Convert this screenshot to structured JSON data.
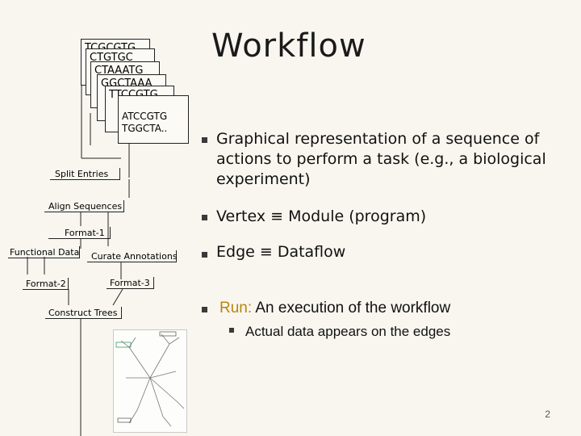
{
  "slide": {
    "title": "Workflow",
    "page_number": "2"
  },
  "sequence_cards": [
    "TCGCGTG",
    "CTGTGC",
    "CTAAATG",
    "GGCTAAA",
    "TTCCGTG",
    "ATCCGTG\nTGGCTA.."
  ],
  "workflow": {
    "split_entries": "Split Entries",
    "align_sequences": "Align Sequences",
    "format_1": "Format-1",
    "functional_data": "Functional Data",
    "curate_annotations": "Curate Annotations",
    "format_2": "Format-2",
    "format_3": "Format-3",
    "construct_trees": "Construct Trees"
  },
  "bullets": [
    {
      "text": "Graphical representation of a sequence of actions to perform a task (e.g.,  a biological experiment)"
    },
    {
      "text": "Vertex ≡ Module (program)"
    },
    {
      "text": "Edge ≡ Dataflow"
    },
    {
      "label": "Run:",
      "text": " An execution of the workflow"
    }
  ],
  "sub_bullets": [
    {
      "text": "Actual data appears on the edges"
    }
  ],
  "colors": {
    "background": "#f8f6ef",
    "bullet": "#3a3a3a",
    "run_label": "#b8860b",
    "tree_box_border": "#c9c9c9",
    "tree_label_green": "#2e8b57"
  }
}
